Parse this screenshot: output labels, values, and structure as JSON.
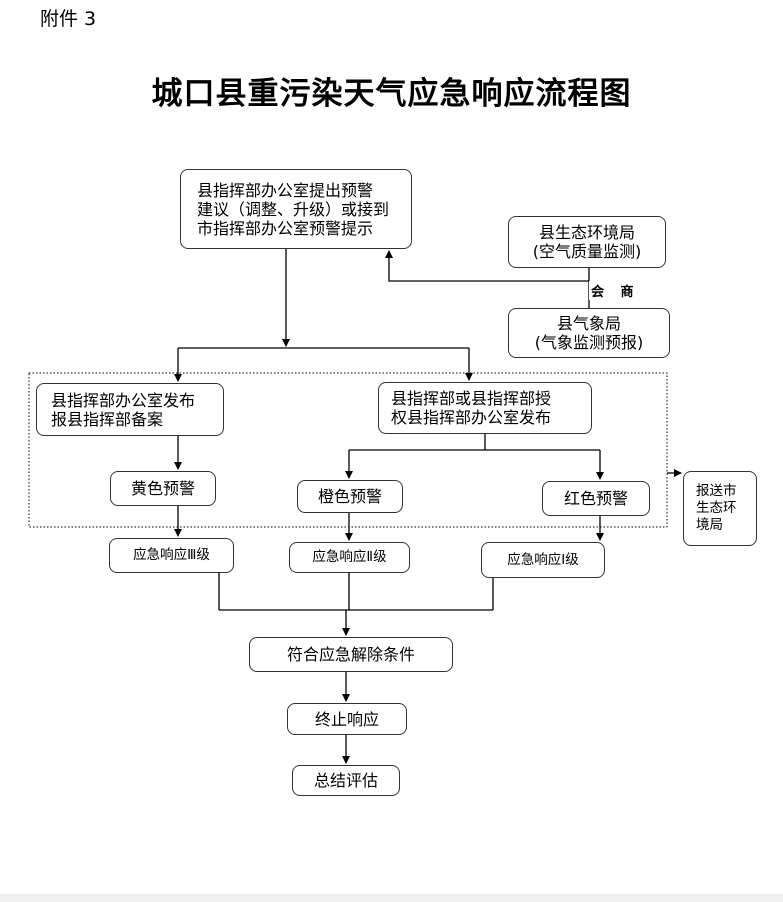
{
  "annex_label": "附件 3",
  "title": "城口县重污染天气应急响应流程图",
  "nodes": {
    "proposal": "县指挥部办公室提出预警\n建议（调整、升级）或接到\n市指挥部办公室预警提示",
    "eco_monitor": "县生态环境局\n(空气质量监测)",
    "consult": "会 商",
    "weather": "县气象局\n(气象监测预报)",
    "county_office_publish": "县指挥部办公室发布\n报县指挥部备案",
    "authorized_publish": "县指挥部或县指挥部授\n权县指挥部办公室发布",
    "yellow_warning": "黄色预警",
    "orange_warning": "橙色预警",
    "red_warning": "红色预警",
    "report_city": "报送市\n生态环\n境局",
    "response_3": "应急响应Ⅲ级",
    "response_2": "应急响应Ⅱ级",
    "response_1": "应急响应Ⅰ级",
    "release_condition": "符合应急解除条件",
    "terminate": "终止响应",
    "evaluate": "总结评估"
  }
}
